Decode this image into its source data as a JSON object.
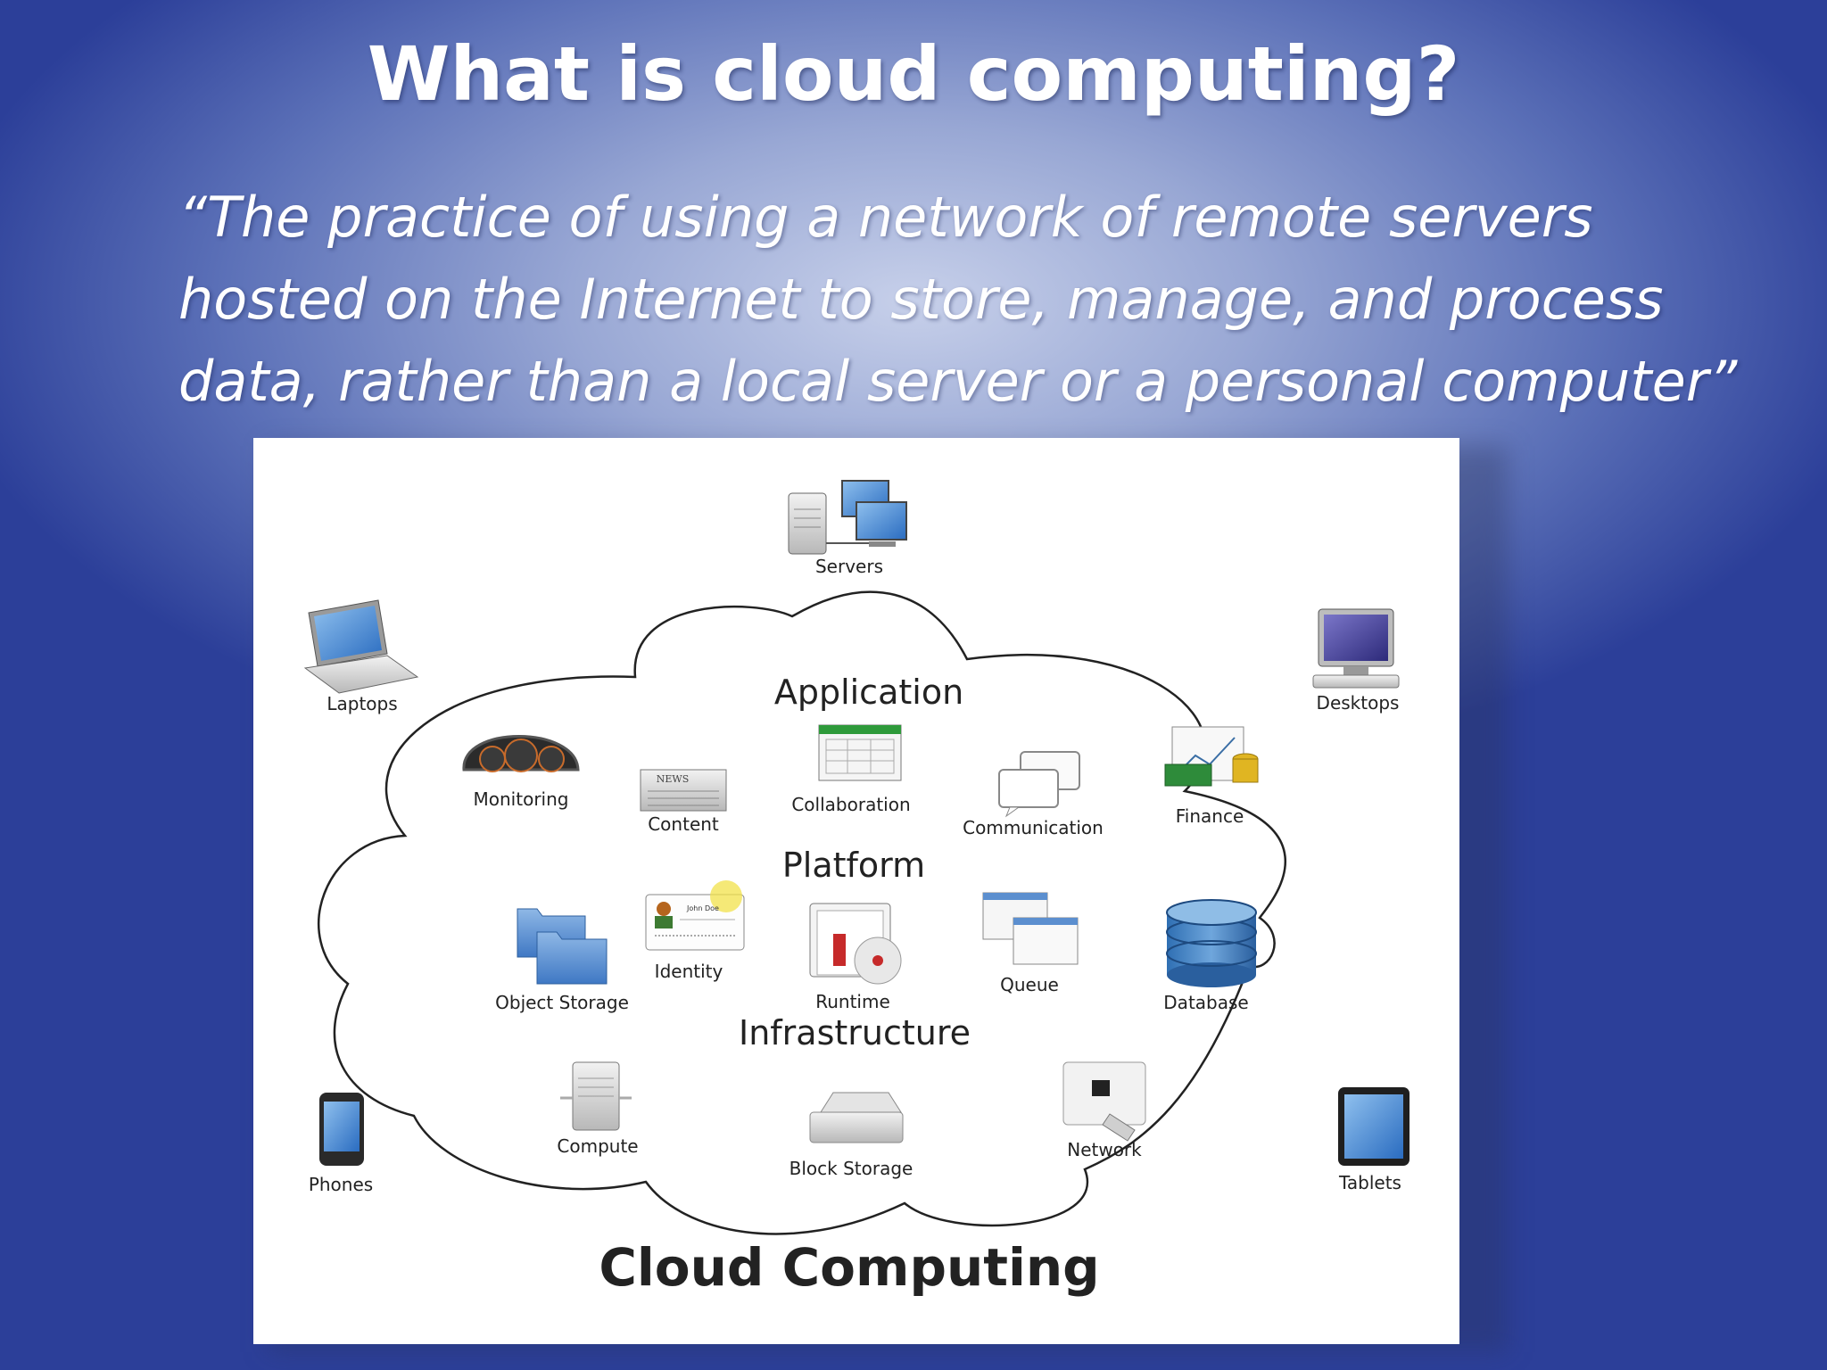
{
  "slide": {
    "title": "What is cloud computing?",
    "quote_lines": [
      "“The practice of using a network of remote servers",
      "hosted on the Internet to store, manage, and process",
      "data, rather than a local server or a personal computer”"
    ]
  },
  "diagram": {
    "caption": "Cloud Computing",
    "sections": {
      "application": "Application",
      "platform": "Platform",
      "infrastructure": "Infrastructure"
    },
    "outside": {
      "servers": "Servers",
      "laptops": "Laptops",
      "desktops": "Desktops",
      "phones": "Phones",
      "tablets": "Tablets"
    },
    "application_items": {
      "monitoring": "Monitoring",
      "content": "Content",
      "collaboration": "Collaboration",
      "communication": "Communication",
      "finance": "Finance"
    },
    "platform_items": {
      "object_storage": "Object Storage",
      "identity": "Identity",
      "runtime": "Runtime",
      "queue": "Queue",
      "database": "Database"
    },
    "infrastructure_items": {
      "compute": "Compute",
      "block_storage": "Block Storage",
      "network": "Network"
    },
    "icon_text": {
      "news": "NEWS",
      "id_name": "John Doe"
    }
  }
}
